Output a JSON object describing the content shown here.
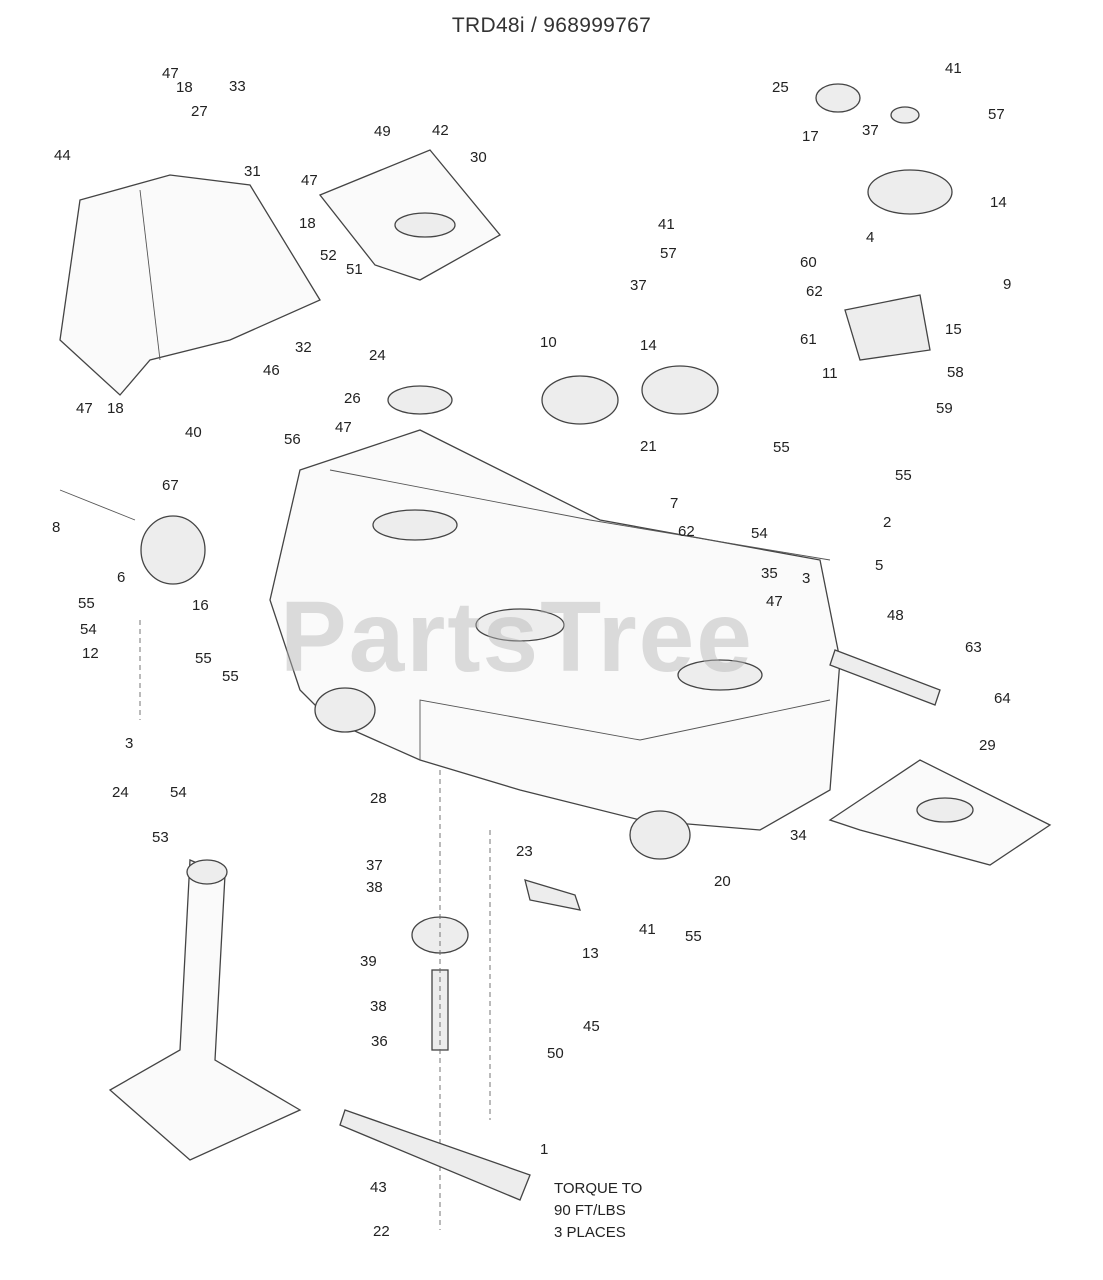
{
  "title": "TRD48i / 968999767",
  "watermark": "PartsTree",
  "torque_note": [
    "TORQUE TO",
    "90 FT/LBS",
    "3 PLACES"
  ],
  "callouts": [
    "47",
    "18",
    "33",
    "27",
    "44",
    "31",
    "47",
    "18",
    "49",
    "42",
    "30",
    "52",
    "51",
    "32",
    "46",
    "47",
    "18",
    "40",
    "24",
    "26",
    "47",
    "41",
    "57",
    "37",
    "10",
    "14",
    "25",
    "41",
    "57",
    "37",
    "17",
    "14",
    "4",
    "60",
    "62",
    "9",
    "15",
    "61",
    "58",
    "11",
    "59",
    "56",
    "8",
    "67",
    "6",
    "16",
    "55",
    "54",
    "55",
    "12",
    "55",
    "3",
    "24",
    "54",
    "21",
    "55",
    "55",
    "7",
    "62",
    "2",
    "54",
    "35",
    "3",
    "5",
    "47",
    "48",
    "63",
    "64",
    "28",
    "29",
    "34",
    "53",
    "37",
    "38",
    "23",
    "20",
    "41",
    "55",
    "39",
    "13",
    "38",
    "36",
    "45",
    "50",
    "1",
    "43",
    "22"
  ]
}
